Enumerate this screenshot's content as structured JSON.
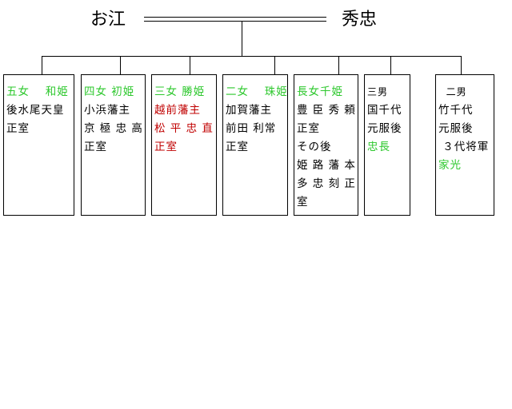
{
  "parents": {
    "mother": "お江",
    "father": "秀忠"
  },
  "colors": {
    "green": "#2ec82e",
    "red": "#c00000",
    "black": "#000000"
  },
  "children": [
    {
      "lines": [
        {
          "text": "五女　 和姫",
          "color": "green"
        },
        {
          "text": "後水尾天皇",
          "color": "black"
        },
        {
          "text": "正室",
          "color": "black"
        }
      ]
    },
    {
      "lines": [
        {
          "text": "四女 初姫",
          "color": "green"
        },
        {
          "text": "小浜藩主",
          "color": "black"
        },
        {
          "text": "京 極 忠 高",
          "color": "black"
        },
        {
          "text": "正室",
          "color": "black"
        }
      ]
    },
    {
      "lines": [
        {
          "text": "三女 勝姫",
          "color": "green"
        },
        {
          "text": "越前藩主",
          "color": "red"
        },
        {
          "text": "松 平 忠 直",
          "color": "red"
        },
        {
          "text": "正室",
          "color": "red"
        }
      ]
    },
    {
      "lines": [
        {
          "text": "二女　 珠姫",
          "color": "green"
        },
        {
          "text": "加賀藩主",
          "color": "black"
        },
        {
          "text": "前田 利常",
          "color": "black"
        },
        {
          "text": "正室",
          "color": "black"
        }
      ]
    },
    {
      "lines": [
        {
          "text": "長女千姫",
          "color": "green"
        },
        {
          "text": "豊 臣 秀 頼",
          "color": "black"
        },
        {
          "text": "正室",
          "color": "black"
        },
        {
          "text": "その後",
          "color": "black"
        },
        {
          "text": "姫 路 藩 本",
          "color": "black"
        },
        {
          "text": "多 忠 刻 正",
          "color": "black"
        },
        {
          "text": "室",
          "color": "black"
        }
      ]
    },
    {
      "lines": [
        {
          "text": "三男",
          "color": "black",
          "small": true
        },
        {
          "text": "国千代",
          "color": "black"
        },
        {
          "text": "元服後",
          "color": "black"
        },
        {
          "text": "忠長",
          "color": "green"
        }
      ]
    },
    {
      "lines": [
        {
          "text": "  二男",
          "color": "black",
          "small": true
        },
        {
          "text": "竹千代",
          "color": "black"
        },
        {
          "text": "元服後",
          "color": "black"
        },
        {
          "text": " ３代将軍",
          "color": "black"
        },
        {
          "text": "家光",
          "color": "green"
        }
      ]
    }
  ]
}
